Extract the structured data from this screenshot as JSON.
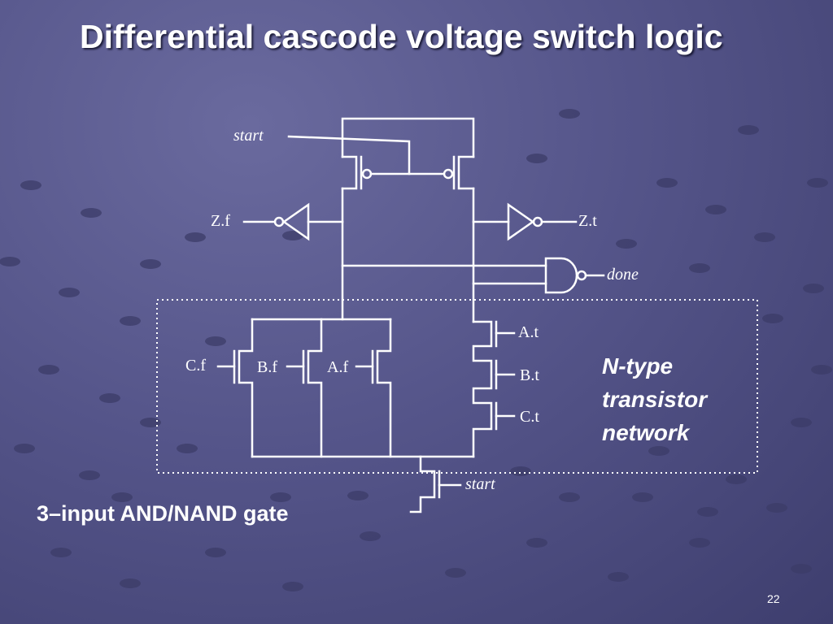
{
  "slide": {
    "title": "Differential cascode voltage switch logic",
    "caption": "3–input AND/NAND gate",
    "page_number": "22"
  },
  "diagram": {
    "labels": {
      "start_top": "start",
      "start_bottom": "start",
      "zf": "Z.f",
      "zt": "Z.t",
      "done": "done",
      "at": "A.t",
      "bt": "B.t",
      "ct": "C.t",
      "cf": "C.f",
      "bf": "B.f",
      "af": "A.f"
    },
    "network_label": {
      "line1": "N-type",
      "line2": "transistor",
      "line3": "network"
    }
  }
}
